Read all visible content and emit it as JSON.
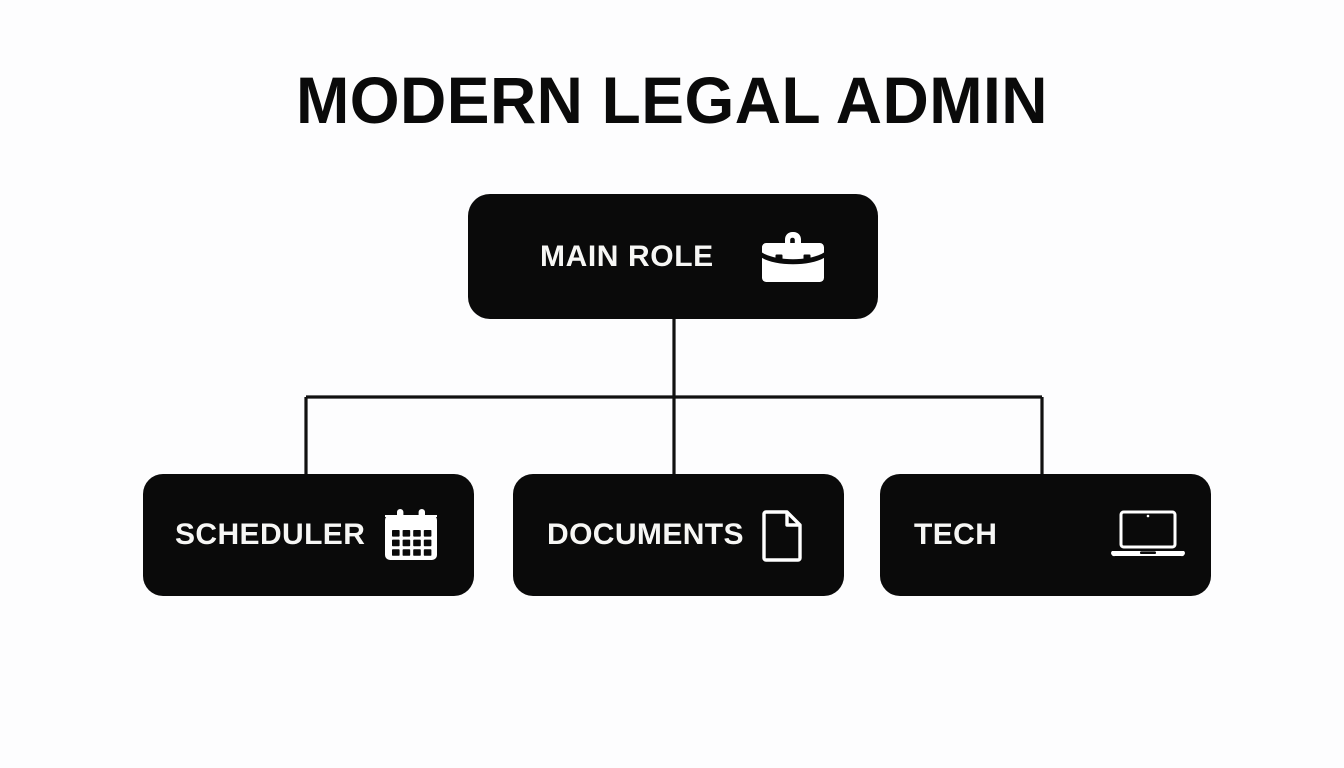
{
  "page": {
    "title": "MODERN LEGAL ADMIN",
    "background_color": "#fdfdfe",
    "node_color": "#0a0a0a",
    "node_text_color": "#f7f7f5",
    "connector_color": "#111111"
  },
  "diagram": {
    "type": "org-chart",
    "root": {
      "id": "main-role",
      "label": "MAIN ROLE",
      "icon": "briefcase-icon"
    },
    "children": [
      {
        "id": "scheduler",
        "label": "SCHEDULER",
        "icon": "calendar-icon"
      },
      {
        "id": "documents",
        "label": "DOCUMENTS",
        "icon": "document-icon"
      },
      {
        "id": "tech",
        "label": "TECH",
        "icon": "laptop-icon"
      }
    ]
  }
}
